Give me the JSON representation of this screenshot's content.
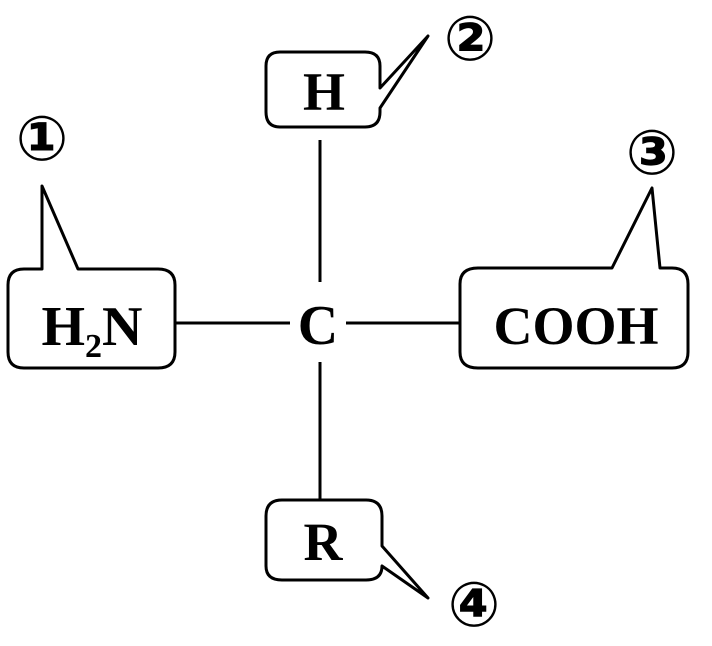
{
  "center": {
    "label": "C"
  },
  "groups": {
    "top": {
      "label": "H",
      "marker": "②"
    },
    "left": {
      "main": "H",
      "sub": "2",
      "tail": "N",
      "marker": "①"
    },
    "right": {
      "label": "COOH",
      "marker": "③"
    },
    "bottom": {
      "label": "R",
      "marker": "④"
    }
  },
  "colors": {
    "stroke": "#000000",
    "background": "#ffffff"
  }
}
